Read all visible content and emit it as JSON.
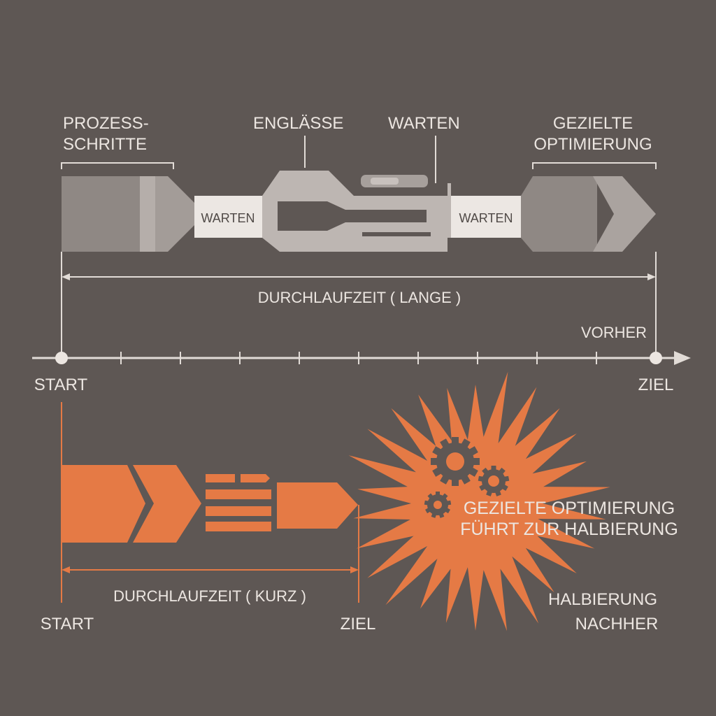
{
  "colors": {
    "background": "#5e5754",
    "text": "#ece6e1",
    "gray_dark": "#8f8884",
    "gray_mid": "#a39c98",
    "gray_light": "#bcb5b1",
    "wait_box": "#ece7e3",
    "orange": "#e57a45"
  },
  "top": {
    "label_steps_line1": "PROZESS-",
    "label_steps_line2": "SCHRITTE",
    "label_bottlenecks": "ENGLÄSSE",
    "label_wait": "WARTEN",
    "label_optimization_line1": "GEZIELTE",
    "label_optimization_line2": "OPTIMIERUNG",
    "wait_box_1": "WARTEN",
    "wait_box_2": "WARTEN",
    "duration_label": "DURCHLAUFZEIT ( LANGE )",
    "before_label": "VORHER"
  },
  "timeline": {
    "start_label": "START",
    "end_label": "ZIEL",
    "tick_count": 10
  },
  "bottom": {
    "burst_line1": "GEZIELTE OPTIMIERUNG",
    "burst_line2": "FÜHRT ZUR HALBIERUNG",
    "duration_label": "DURCHLAUFZEIT ( KURZ )",
    "start_label": "START",
    "end_label": "ZIEL",
    "halving_label": "HALBIERUNG",
    "after_label": "NACHHER"
  }
}
